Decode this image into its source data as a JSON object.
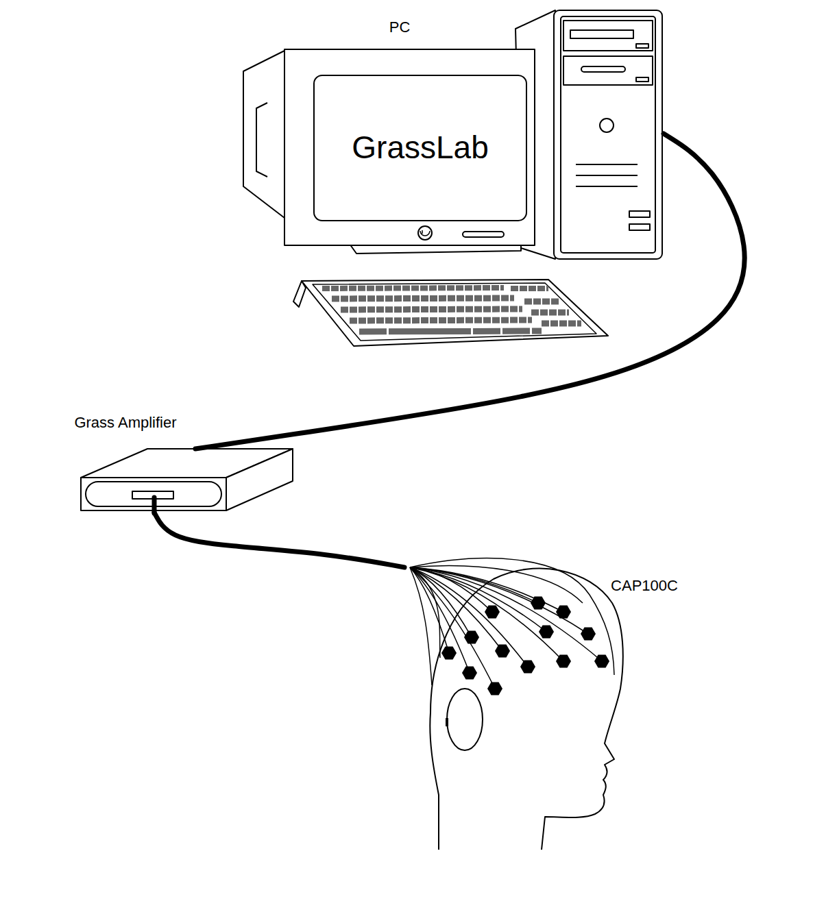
{
  "diagram": {
    "nodes": [
      {
        "text": [
          "PC",
          "GrassLab"
        ]
      },
      {
        "text": [
          "Grass Amplifier"
        ]
      },
      {
        "text": [
          "CAP100C"
        ]
      }
    ],
    "edges": [
      {
        "from": 0,
        "to": 1,
        "arrow": "none"
      },
      {
        "from": 1,
        "to": 2,
        "arrow": "none"
      }
    ]
  }
}
